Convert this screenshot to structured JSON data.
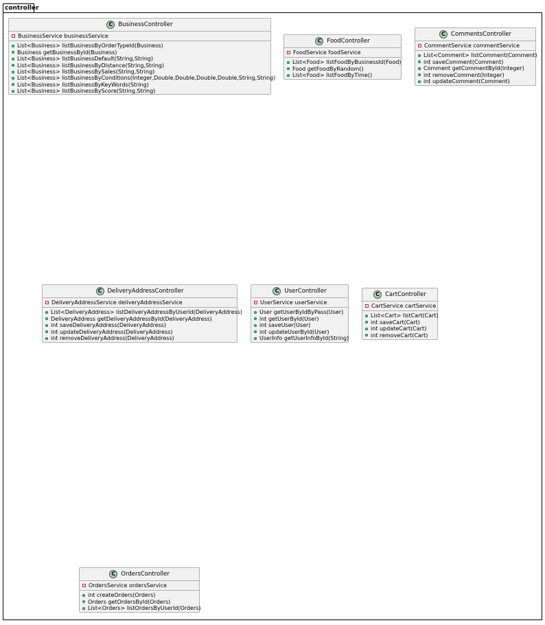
{
  "package": {
    "name": "controller"
  },
  "classes": {
    "business": {
      "stereotype": "C",
      "name": "BusinessController",
      "fields": [
        "BusinessService businessService"
      ],
      "methods": [
        "List<Business> listBusinessByOrderTypeId(Business)",
        "Business getBusinessById(Business)",
        "List<Business> listBusinessDefault(String,String)",
        "List<Business> listBusinessByDistance(String,String)",
        "List<Business> listBusinessBySales(String,String)",
        "List<Business> listBusinessByConditions(Integer,Double,Double,Double,Double,String,String)",
        "List<Business> listBusinessByKeyWords(String)",
        "List<Business> listBusinessByScore(String,String)"
      ]
    },
    "food": {
      "stereotype": "C",
      "name": "FoodController",
      "fields": [
        "FoodService foodService"
      ],
      "methods": [
        "List<Food> listFoodByBusinessId(Food)",
        "Food getFoodByRandom()",
        "List<Food> listFoodByTime()"
      ]
    },
    "comments": {
      "stereotype": "C",
      "name": "CommentsController",
      "fields": [
        "CommentService commentService"
      ],
      "methods": [
        "List<Comment> listComment(Comment)",
        "int saveComment(Comment)",
        "Comment getCommentById(Integer)",
        "int removeComment(Integer)",
        "int updateComment(Comment)"
      ]
    },
    "delivery": {
      "stereotype": "C",
      "name": "DeliveryAddressController",
      "fields": [
        "DeliveryAddressService deliveryAddressService"
      ],
      "methods": [
        "List<DeliveryAddress> listDeliveryAddressByUserId(DeliveryAddress)",
        "DeliveryAddress getDeliveryAddressById(DeliveryAddress)",
        "int saveDeliveryAddress(DeliveryAddress)",
        "int updateDeliveryAddress(DeliveryAddress)",
        "int removeDeliveryAddress(DeliveryAddress)"
      ]
    },
    "user": {
      "stereotype": "C",
      "name": "UserController",
      "fields": [
        "UserService userService"
      ],
      "methods": [
        "User getUserByIdByPass(User)",
        "int getUserById(User)",
        "int saveUser(User)",
        "int updateUserById(User)",
        "UserInfo getUserInfoById(String)"
      ]
    },
    "cart": {
      "stereotype": "C",
      "name": "CartController",
      "fields": [
        "CartService cartService"
      ],
      "methods": [
        "List<Cart> listCart(Cart)",
        "int saveCart(Cart)",
        "int updateCart(Cart)",
        "int removeCart(Cart)"
      ]
    },
    "orders": {
      "stereotype": "C",
      "name": "OrdersController",
      "fields": [
        "OrdersService ordersService"
      ],
      "methods": [
        "int createOrders(Orders)",
        "Orders getOrdersById(Orders)",
        "List<Orders> listOrdersByUserId(Orders)"
      ]
    }
  }
}
